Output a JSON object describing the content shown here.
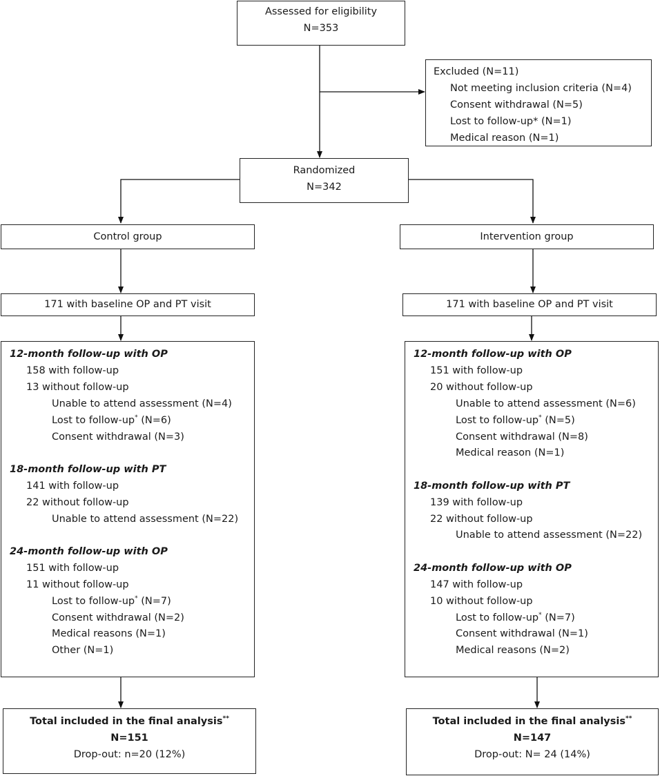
{
  "assessed": {
    "title": "Assessed for eligibility",
    "n": "N=353"
  },
  "excluded": {
    "title": "Excluded (N=11)",
    "items": [
      "Not meeting inclusion criteria (N=4)",
      "Consent withdrawal (N=5)",
      "Lost to follow-up* (N=1)",
      "Medical reason (N=1)"
    ]
  },
  "randomized": {
    "title": "Randomized",
    "n": "N=342"
  },
  "control": {
    "group": "Control group",
    "baseline": "171 with baseline OP and PT visit",
    "sections": [
      {
        "heading": "12-month follow-up with OP",
        "with": "158 with follow-up",
        "without": "13 without follow-up",
        "reasons": [
          {
            "pre": "Unable to attend assessment (N=4)",
            "sup": "",
            "post": ""
          },
          {
            "pre": "Lost to follow-up",
            "sup": "*",
            "post": " (N=6)"
          },
          {
            "pre": "Consent withdrawal (N=3)",
            "sup": "",
            "post": ""
          }
        ]
      },
      {
        "heading": "18-month follow-up with PT",
        "with": "141 with follow-up",
        "without": "22 without follow-up",
        "reasons": [
          {
            "pre": "Unable to attend assessment (N=22)",
            "sup": "",
            "post": ""
          }
        ]
      },
      {
        "heading": "24-month follow-up with OP",
        "with": "151 with follow-up",
        "without": "11 without follow-up",
        "reasons": [
          {
            "pre": "Lost to follow-up",
            "sup": "*",
            "post": " (N=7)"
          },
          {
            "pre": "Consent withdrawal (N=2)",
            "sup": "",
            "post": ""
          },
          {
            "pre": "Medical reasons (N=1)",
            "sup": "",
            "post": ""
          },
          {
            "pre": "Other (N=1)",
            "sup": "",
            "post": ""
          }
        ]
      }
    ],
    "final": {
      "title": "Total included in the final analysis",
      "sup": "**",
      "n": "N=151",
      "dropout": "Drop-out: n=20 (12%)"
    }
  },
  "intervention": {
    "group": "Intervention group",
    "baseline": "171 with baseline OP and PT visit",
    "sections": [
      {
        "heading": "12-month follow-up with OP",
        "with": "151 with follow-up",
        "without": "20 without follow-up",
        "reasons": [
          {
            "pre": "Unable to attend assessment (N=6)",
            "sup": "",
            "post": ""
          },
          {
            "pre": "Lost to follow-up",
            "sup": "*",
            "post": " (N=5)"
          },
          {
            "pre": "Consent withdrawal (N=8)",
            "sup": "",
            "post": ""
          },
          {
            "pre": "Medical reason (N=1)",
            "sup": "",
            "post": ""
          }
        ]
      },
      {
        "heading": "18-month follow-up with PT",
        "with": "139 with follow-up",
        "without": "22 without follow-up",
        "reasons": [
          {
            "pre": "Unable to attend assessment (N=22)",
            "sup": "",
            "post": ""
          }
        ]
      },
      {
        "heading": "24-month follow-up with OP",
        "with": "147 with follow-up",
        "without": "10 without follow-up",
        "reasons": [
          {
            "pre": "Lost to follow-up",
            "sup": "*",
            "post": " (N=7)"
          },
          {
            "pre": "Consent withdrawal (N=1)",
            "sup": "",
            "post": ""
          },
          {
            "pre": "Medical reasons (N=2)",
            "sup": "",
            "post": ""
          }
        ]
      }
    ],
    "final": {
      "title": "Total included in the final analysis",
      "sup": "**",
      "n": "N=147",
      "dropout": "Drop-out: N= 24 (14%)"
    }
  }
}
